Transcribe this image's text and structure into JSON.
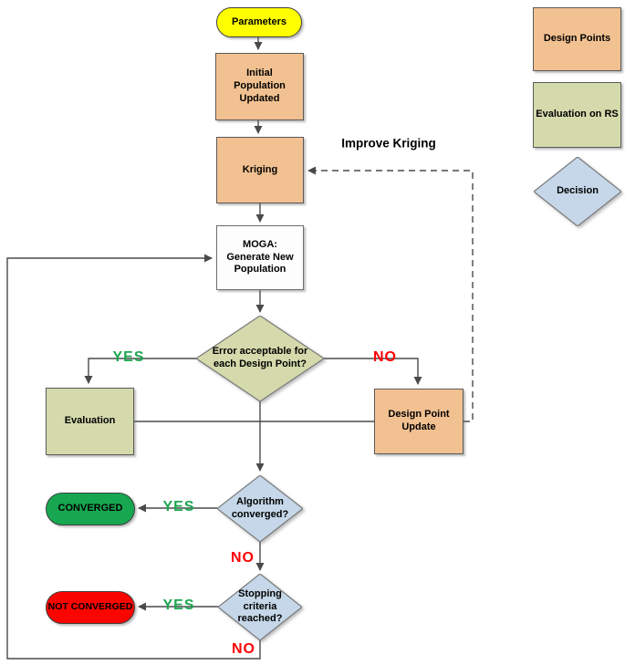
{
  "nodes": {
    "parameters": {
      "label": "Parameters",
      "shape": "stadium",
      "fill": "#FFFF00"
    },
    "initial_population": {
      "label": "Initial Population Updated",
      "shape": "rect",
      "fill": "#F2C191"
    },
    "kriging": {
      "label": "Kriging",
      "shape": "rect",
      "fill": "#F2C191"
    },
    "moga": {
      "label": "MOGA: Generate New Population",
      "shape": "rect",
      "fill": "#FDFDFD"
    },
    "error_acceptable": {
      "label": "Error acceptable for each Design Point?",
      "shape": "diamond",
      "fill": "#D5DAAC"
    },
    "evaluation": {
      "label": "Evaluation",
      "shape": "rect",
      "fill": "#D5DAAC"
    },
    "design_point_update": {
      "label": "Design Point Update",
      "shape": "rect",
      "fill": "#F2C191"
    },
    "algorithm_converged": {
      "label": "Algorithm converged?",
      "shape": "diamond",
      "fill": "#C5D7E8"
    },
    "converged": {
      "label": "CONVERGED",
      "shape": "stadium",
      "fill": "#16A750"
    },
    "stopping_criteria": {
      "label": "Stopping criteria reached?",
      "shape": "diamond",
      "fill": "#C5D7E8"
    },
    "not_converged": {
      "label": "NOT CONVERGED",
      "shape": "stadium",
      "fill": "#FB0500"
    }
  },
  "edge_labels": {
    "improve_kriging": "Improve Kriging",
    "yes_error": "YES",
    "no_error": "NO",
    "yes_converged": "YES",
    "no_converged": "NO",
    "yes_stopping": "YES",
    "no_stopping": "NO"
  },
  "legend": {
    "items": [
      {
        "label": "Design Points",
        "shape": "rect",
        "fill": "#F2C191"
      },
      {
        "label": "Evaluation on RS",
        "shape": "rect",
        "fill": "#D5DAAC"
      },
      {
        "label": "Decision",
        "shape": "diamond",
        "fill": "#C5D7E8"
      }
    ]
  },
  "colors": {
    "connector": "#4A4A4A",
    "yes_label": "#1CA750",
    "no_label": "#FF0000",
    "rect_border": "#5A5A5A",
    "diamond_border": "#7A7A7A"
  }
}
